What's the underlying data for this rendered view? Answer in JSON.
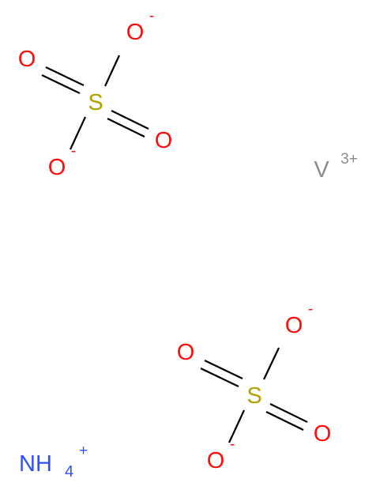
{
  "colors": {
    "oxygen": "#ff0d0d",
    "sulfur": "#b2a200",
    "vanadium": "#8c8c8c",
    "nitrogen": "#3050f8",
    "bond": "#000000"
  },
  "sulfate_1": {
    "sulfur": "S",
    "oxygen_top": "O",
    "oxygen_top_charge": "-",
    "oxygen_left": "O",
    "oxygen_right": "O",
    "oxygen_bottom": "O",
    "oxygen_bottom_charge": "-"
  },
  "sulfate_2": {
    "sulfur": "S",
    "oxygen_top": "O",
    "oxygen_top_charge": "-",
    "oxygen_left": "O",
    "oxygen_right": "O",
    "oxygen_bottom": "O",
    "oxygen_bottom_charge": "-"
  },
  "vanadium": {
    "symbol": "V",
    "charge": "3+"
  },
  "ammonium": {
    "symbol": "NH",
    "subscript": "4",
    "charge": "+"
  }
}
